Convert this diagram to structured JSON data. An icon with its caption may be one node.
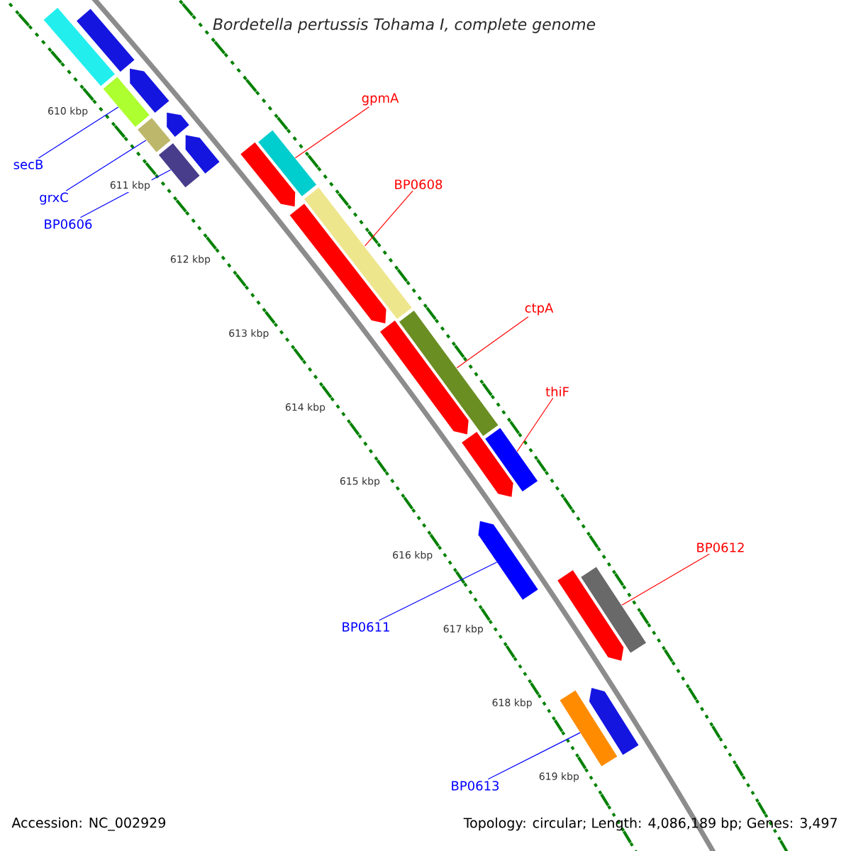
{
  "diagram": {
    "title": "Bordetella pertussis Tohama I, complete genome",
    "nodes": [
      {
        "text": [
          "gpmA"
        ]
      },
      {
        "text": [
          "BP0608"
        ]
      },
      {
        "text": [
          "secB"
        ]
      },
      {
        "text": [
          "grxC"
        ]
      },
      {
        "text": [
          "BP0606"
        ]
      },
      {
        "text": [
          "ctpA"
        ]
      },
      {
        "text": [
          "thiF"
        ]
      },
      {
        "text": [
          "BP0612"
        ]
      },
      {
        "text": [
          "BP0611"
        ]
      },
      {
        "text": [
          "BP0613"
        ]
      },
      {
        "text": [],
        "shape": "bar"
      },
      {
        "text": [],
        "shape": "bar"
      },
      {
        "text": [],
        "shape": "bar"
      },
      {
        "text": [],
        "shape": "bar"
      },
      {
        "text": [],
        "shape": "bar"
      },
      {
        "text": [],
        "shape": "bar"
      },
      {
        "text": [],
        "shape": "bar"
      },
      {
        "text": [],
        "shape": "bar"
      },
      {
        "text": [],
        "shape": "bar"
      },
      {
        "text": [],
        "shape": "bar"
      },
      {
        "text": [],
        "shape": "bar"
      },
      {
        "text": [],
        "shape": "bar"
      },
      {
        "text": [],
        "shape": "bar"
      },
      {
        "text": [],
        "shape": "bar"
      },
      {
        "text": [],
        "shape": "bar"
      },
      {
        "text": [],
        "shape": "bar"
      },
      {
        "text": [],
        "shape": "bar"
      },
      {
        "text": [],
        "shape": "bar"
      },
      {
        "text": [],
        "shape": "bar"
      },
      {
        "text": [],
        "shape": "bar"
      },
      {
        "text": [],
        "shape": "bar"
      }
    ],
    "edges": [
      {
        "from": 0,
        "to": 10,
        "arrow": "none",
        "color": "#ff0000"
      },
      {
        "from": 1,
        "to": 11,
        "arrow": "none",
        "color": "#ff0000"
      },
      {
        "from": 2,
        "to": 12,
        "arrow": "none",
        "color": "#0000ff"
      },
      {
        "from": 3,
        "to": 13,
        "arrow": "none",
        "color": "#0000ff"
      },
      {
        "from": 4,
        "to": 14,
        "arrow": "none",
        "color": "#0000ff"
      },
      {
        "from": 5,
        "to": 15,
        "arrow": "none",
        "color": "#ff0000"
      },
      {
        "from": 6,
        "to": 16,
        "arrow": "none",
        "color": "#ff0000"
      },
      {
        "from": 7,
        "to": 17,
        "arrow": "none",
        "color": "#ff0000"
      },
      {
        "from": 8,
        "to": 18,
        "arrow": "none",
        "color": "#0000ff"
      },
      {
        "from": 9,
        "to": 19,
        "arrow": "none",
        "color": "#0000ff"
      }
    ],
    "labels": [
      "610 kbp",
      "611 kbp",
      "612 kbp",
      "613 kbp",
      "614 kbp",
      "615 kbp",
      "616 kbp",
      "617 kbp",
      "618 kbp",
      "619 kbp",
      "Accession: NC_002929",
      "Topology: circular; Length: 4,086,189 bp; Genes: 3,497"
    ]
  }
}
